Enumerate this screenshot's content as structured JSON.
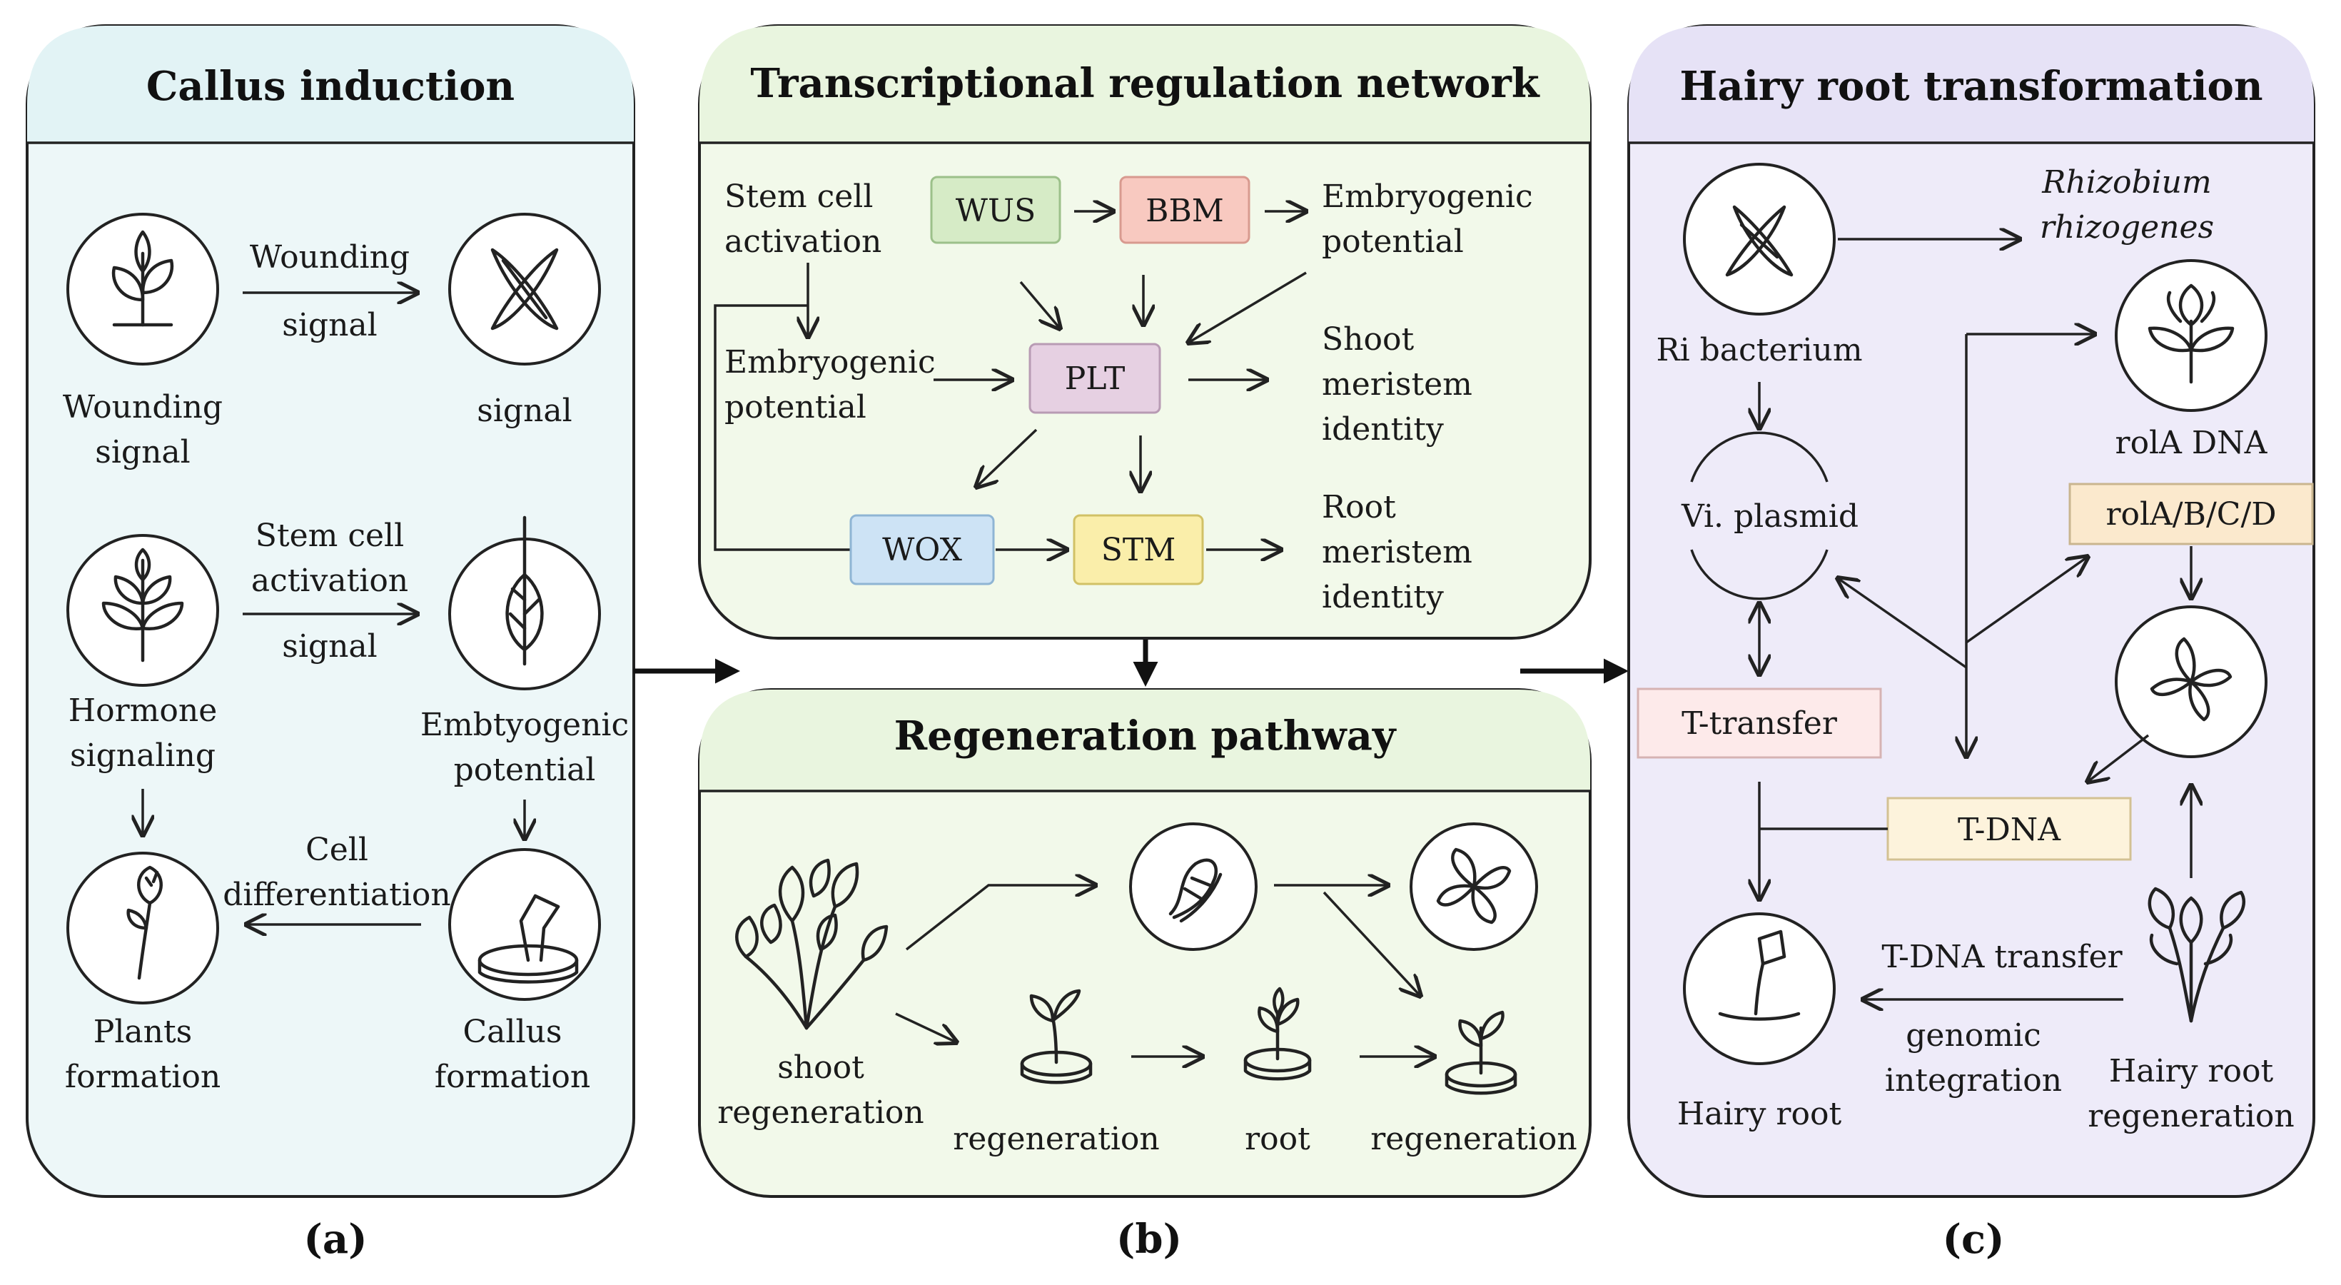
{
  "panel_a": {
    "title": "Callus induction",
    "caption": "(a)",
    "wounding_signal_label_1": "Wounding",
    "wounding_signal_label_2": "signal",
    "arrow1_top": "Wounding",
    "arrow1_bottom": "signal",
    "signal_label": "signal",
    "hormone_label_1": "Hormone",
    "hormone_label_2": "signaling",
    "arrow2_top_1": "Stem cell",
    "arrow2_top_2": "activation",
    "arrow2_bottom": "signal",
    "embryogenic_label_1": "Embtyogenic",
    "embryogenic_label_2": "potential",
    "arrow3_label_1": "Cell",
    "arrow3_label_2": "differentiation",
    "plants_label_1": "Plants",
    "plants_label_2": "formation",
    "callus_label_1": "Callus",
    "callus_label_2": "formation"
  },
  "panel_b_top": {
    "title": "Transcriptional regulation network",
    "stem_cell_1": "Stem cell",
    "stem_cell_2": "activation",
    "embryogenic_right_1": "Embryogenic",
    "embryogenic_right_2": "potential",
    "embryogenic_left_1": "Embryogenic",
    "embryogenic_left_2": "potential",
    "shoot_1": "Shoot",
    "shoot_2": "meristem",
    "shoot_3": "identity",
    "root_1": "Root",
    "root_2": "meristem",
    "root_3": "identity",
    "genes": {
      "wus": "WUS",
      "bbm": "BBM",
      "plt": "PLT",
      "wox": "WOX",
      "stm": "STM"
    },
    "colors": {
      "wus": "#d6ebc6",
      "bbm": "#f8c9c0",
      "plt": "#e6d0e2",
      "wox": "#cde3f5",
      "stm": "#faeeaa"
    }
  },
  "panel_b_bottom": {
    "title": "Regeneration pathway",
    "caption": "(b)",
    "shoot_1": "shoot",
    "shoot_2": "regeneration",
    "regen_1": "regeneration",
    "root": "root",
    "regen_2": "regeneration"
  },
  "panel_c": {
    "title": "Hairy root transformation",
    "caption": "(c)",
    "rhizo_1": "Rhizobium",
    "rhizo_2": "rhizogenes",
    "ri_bacterium": "Ri bacterium",
    "rola_dna": "rolA DNA",
    "vi_plasmid": "Vi. plasmid",
    "rol_genes": "rolA/B/C/D",
    "t_transfer": "T-transfer",
    "t_dna": "T-DNA",
    "tdna_transfer": "T-DNA transfer",
    "genomic_1": "genomic",
    "genomic_2": "integration",
    "hairy_root": "Hairy root",
    "hairy_regen_1": "Hairy root",
    "hairy_regen_2": "regeneration",
    "colors": {
      "t_transfer": "#fdeaea",
      "t_dna": "#fdf3dc",
      "rol_genes": "#fbe9cd"
    }
  },
  "colors": {
    "panel_a_bg": "#edf7f8",
    "panel_a_header": "#e2f3f5",
    "panel_b_bg": "#f2f9ea",
    "panel_b_header": "#e9f5df",
    "panel_c_bg": "#eeebf9",
    "panel_c_header": "#e6e2f6"
  }
}
